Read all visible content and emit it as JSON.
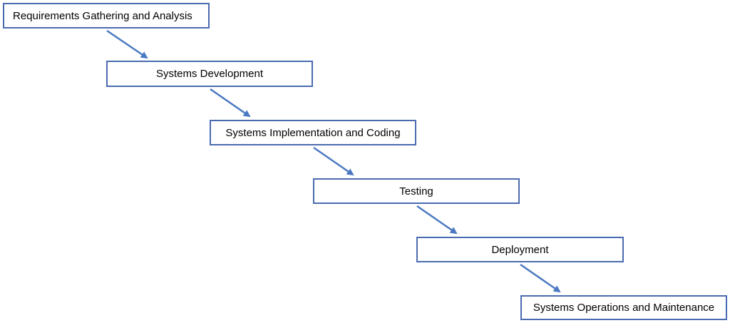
{
  "diagram": {
    "steps": [
      {
        "label": "Requirements Gathering and Analysis"
      },
      {
        "label": "Systems Development"
      },
      {
        "label": "Systems Implementation and Coding"
      },
      {
        "label": "Testing"
      },
      {
        "label": "Deployment"
      },
      {
        "label": "Systems Operations and Maintenance"
      }
    ],
    "colors": {
      "box_border": "#4a6baf",
      "arrow": "#4a78c2",
      "text": "#000000",
      "background": "#ffffff"
    }
  }
}
